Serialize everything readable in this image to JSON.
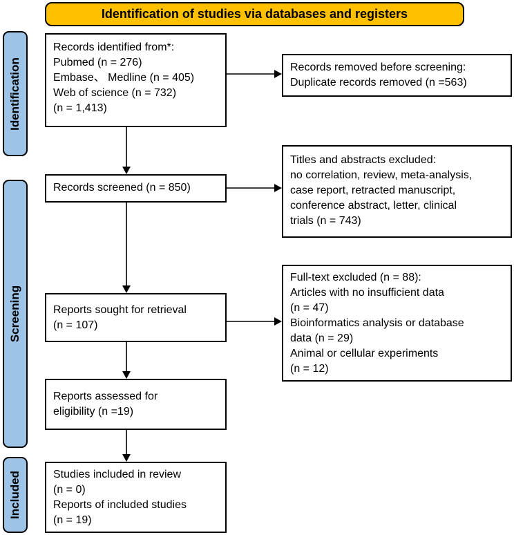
{
  "banner": {
    "title": "Identification of studies via databases and registers"
  },
  "colors": {
    "banner_bg": "#FFC000",
    "stage_bg": "#9DC3E6",
    "border": "#000000",
    "box_bg": "#FFFFFF"
  },
  "stages": {
    "identification": "Identification",
    "screening": "Screening",
    "included": "Included"
  },
  "main_flow": {
    "records_identified": {
      "lines": [
        "Records identified from*:",
        "Pubmed (n = 276)",
        "Embase、 Medline (n = 405)",
        "Web of science (n = 732)",
        "(n = 1,413)"
      ]
    },
    "records_screened": {
      "lines": [
        "Records screened (n = 850)"
      ]
    },
    "reports_sought": {
      "lines": [
        "Reports sought for retrieval",
        "(n = 107)"
      ]
    },
    "reports_assessed": {
      "lines": [
        "Reports assessed for",
        "eligibility (n =19)"
      ]
    },
    "studies_included": {
      "lines": [
        "Studies included in review",
        "(n = 0)",
        "Reports of included studies",
        "(n = 19)"
      ]
    }
  },
  "exclusions": {
    "removed_before_screening": {
      "lines": [
        "Records removed before screening:",
        "Duplicate records removed (n =563)"
      ]
    },
    "titles_abstracts_excluded": {
      "lines": [
        "Titles and abstracts excluded:",
        "no correlation, review, meta-analysis,",
        "case report, retracted manuscript,",
        "conference abstract, letter, clinical",
        "trials (n = 743)"
      ]
    },
    "fulltext_excluded": {
      "lines": [
        "Full-text excluded (n = 88):",
        "Articles with no insufficient data",
        "(n = 47)",
        "Bioinformatics analysis or database",
        "data (n = 29)",
        "Animal or cellular experiments",
        "(n = 12)"
      ]
    }
  }
}
